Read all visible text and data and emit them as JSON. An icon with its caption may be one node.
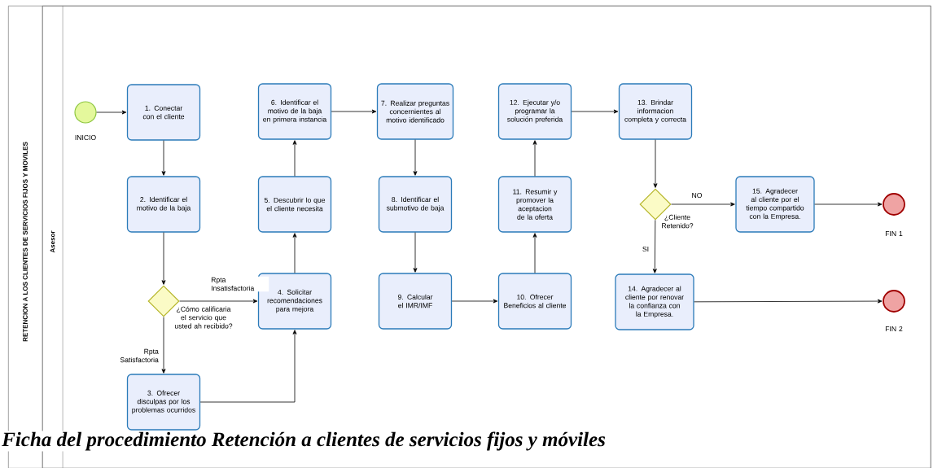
{
  "diagram": {
    "caption": "Ficha del procedimiento Retención a clientes de servicios fijos y móviles",
    "nodes": [
      {
        "text": [
          "RETENCION A LOS CLIENTES DE SERVICIOS FIJOS Y MOVILES"
        ]
      },
      {
        "text": [
          "Asesor"
        ],
        "in": 0
      },
      {
        "text": [],
        "shape": "circle",
        "beside": [
          "INICIO"
        ],
        "in": 1
      },
      {
        "text": [
          "1. Conectar con el cliente"
        ],
        "in": 1
      },
      {
        "text": [
          "2. Identificar el motivo de la baja"
        ],
        "in": 1
      },
      {
        "text": [],
        "shape": "diamond",
        "beside": [
          "¿Cómo calificaria el servicio que usted ah recibido?"
        ],
        "in": 1
      },
      {
        "text": [
          "3. Ofrecer disculpas por los problemas ocurridos"
        ],
        "in": 1
      },
      {
        "text": [
          "4. Solicitar recomendaciones para mejora"
        ],
        "in": 1
      },
      {
        "text": [
          "5. Descubrir lo que el cliente necesita"
        ],
        "in": 1
      },
      {
        "text": [
          "6. Identificar el motivo de la baja en primera instancia"
        ],
        "in": 1
      },
      {
        "text": [
          "7. Realizar preguntas concernientes al motivo identificado"
        ],
        "in": 1
      },
      {
        "text": [
          "8. Identificar el submotivo de baja"
        ],
        "in": 1
      },
      {
        "text": [
          "9. Calcular el IMR/IMF"
        ],
        "in": 1
      },
      {
        "text": [
          "10. Ofrecer Beneficios al cliente"
        ],
        "in": 1
      },
      {
        "text": [
          "11. Resumir y promover la aceptacion de la oferta"
        ],
        "in": 1
      },
      {
        "text": [
          "12. Ejecutar y/o programar la solución preferida"
        ],
        "in": 1
      },
      {
        "text": [
          "13. Brindar informacion completa y correcta"
        ],
        "in": 1
      },
      {
        "text": [],
        "shape": "diamond",
        "beside": [
          "¿Cliente Retenido?"
        ],
        "in": 1
      },
      {
        "text": [
          "15. Agradecer al cliente por el tiempo compartido con la Empresa."
        ],
        "in": 1
      },
      {
        "text": [
          "14. Agradecer al cliente por renovar la confianza con la Empresa."
        ],
        "in": 1
      },
      {
        "text": [],
        "shape": "circle",
        "beside": [
          "FIN 1"
        ],
        "in": 1
      },
      {
        "text": [],
        "shape": "circle",
        "beside": [
          "FIN 2"
        ],
        "in": 1
      }
    ],
    "edges": [
      {
        "from": 2,
        "to": 3,
        "arrow": "to"
      },
      {
        "from": 3,
        "to": 4,
        "arrow": "to"
      },
      {
        "from": 4,
        "to": 5,
        "arrow": "to"
      },
      {
        "from": 5,
        "to": 7,
        "arrow": "to",
        "label": "Rpta Insatisfactoria"
      },
      {
        "from": 5,
        "to": 6,
        "arrow": "to",
        "label": "Rpta Satisfactoria"
      },
      {
        "from": 6,
        "to": 7,
        "arrow": "to"
      },
      {
        "from": 7,
        "to": 8,
        "arrow": "to"
      },
      {
        "from": 8,
        "to": 9,
        "arrow": "to"
      },
      {
        "from": 9,
        "to": 10,
        "arrow": "to"
      },
      {
        "from": 10,
        "to": 11,
        "arrow": "to"
      },
      {
        "from": 11,
        "to": 12,
        "arrow": "to"
      },
      {
        "from": 12,
        "to": 13,
        "arrow": "to"
      },
      {
        "from": 13,
        "to": 14,
        "arrow": "to"
      },
      {
        "from": 14,
        "to": 15,
        "arrow": "to"
      },
      {
        "from": 15,
        "to": 16,
        "arrow": "to"
      },
      {
        "from": 16,
        "to": 17,
        "arrow": "to"
      },
      {
        "from": 17,
        "to": 18,
        "arrow": "to",
        "label": "NO"
      },
      {
        "from": 17,
        "to": 19,
        "arrow": "to",
        "label": "SI"
      },
      {
        "from": 18,
        "to": 20,
        "arrow": "to"
      },
      {
        "from": 19,
        "to": 21,
        "arrow": "to"
      }
    ]
  }
}
